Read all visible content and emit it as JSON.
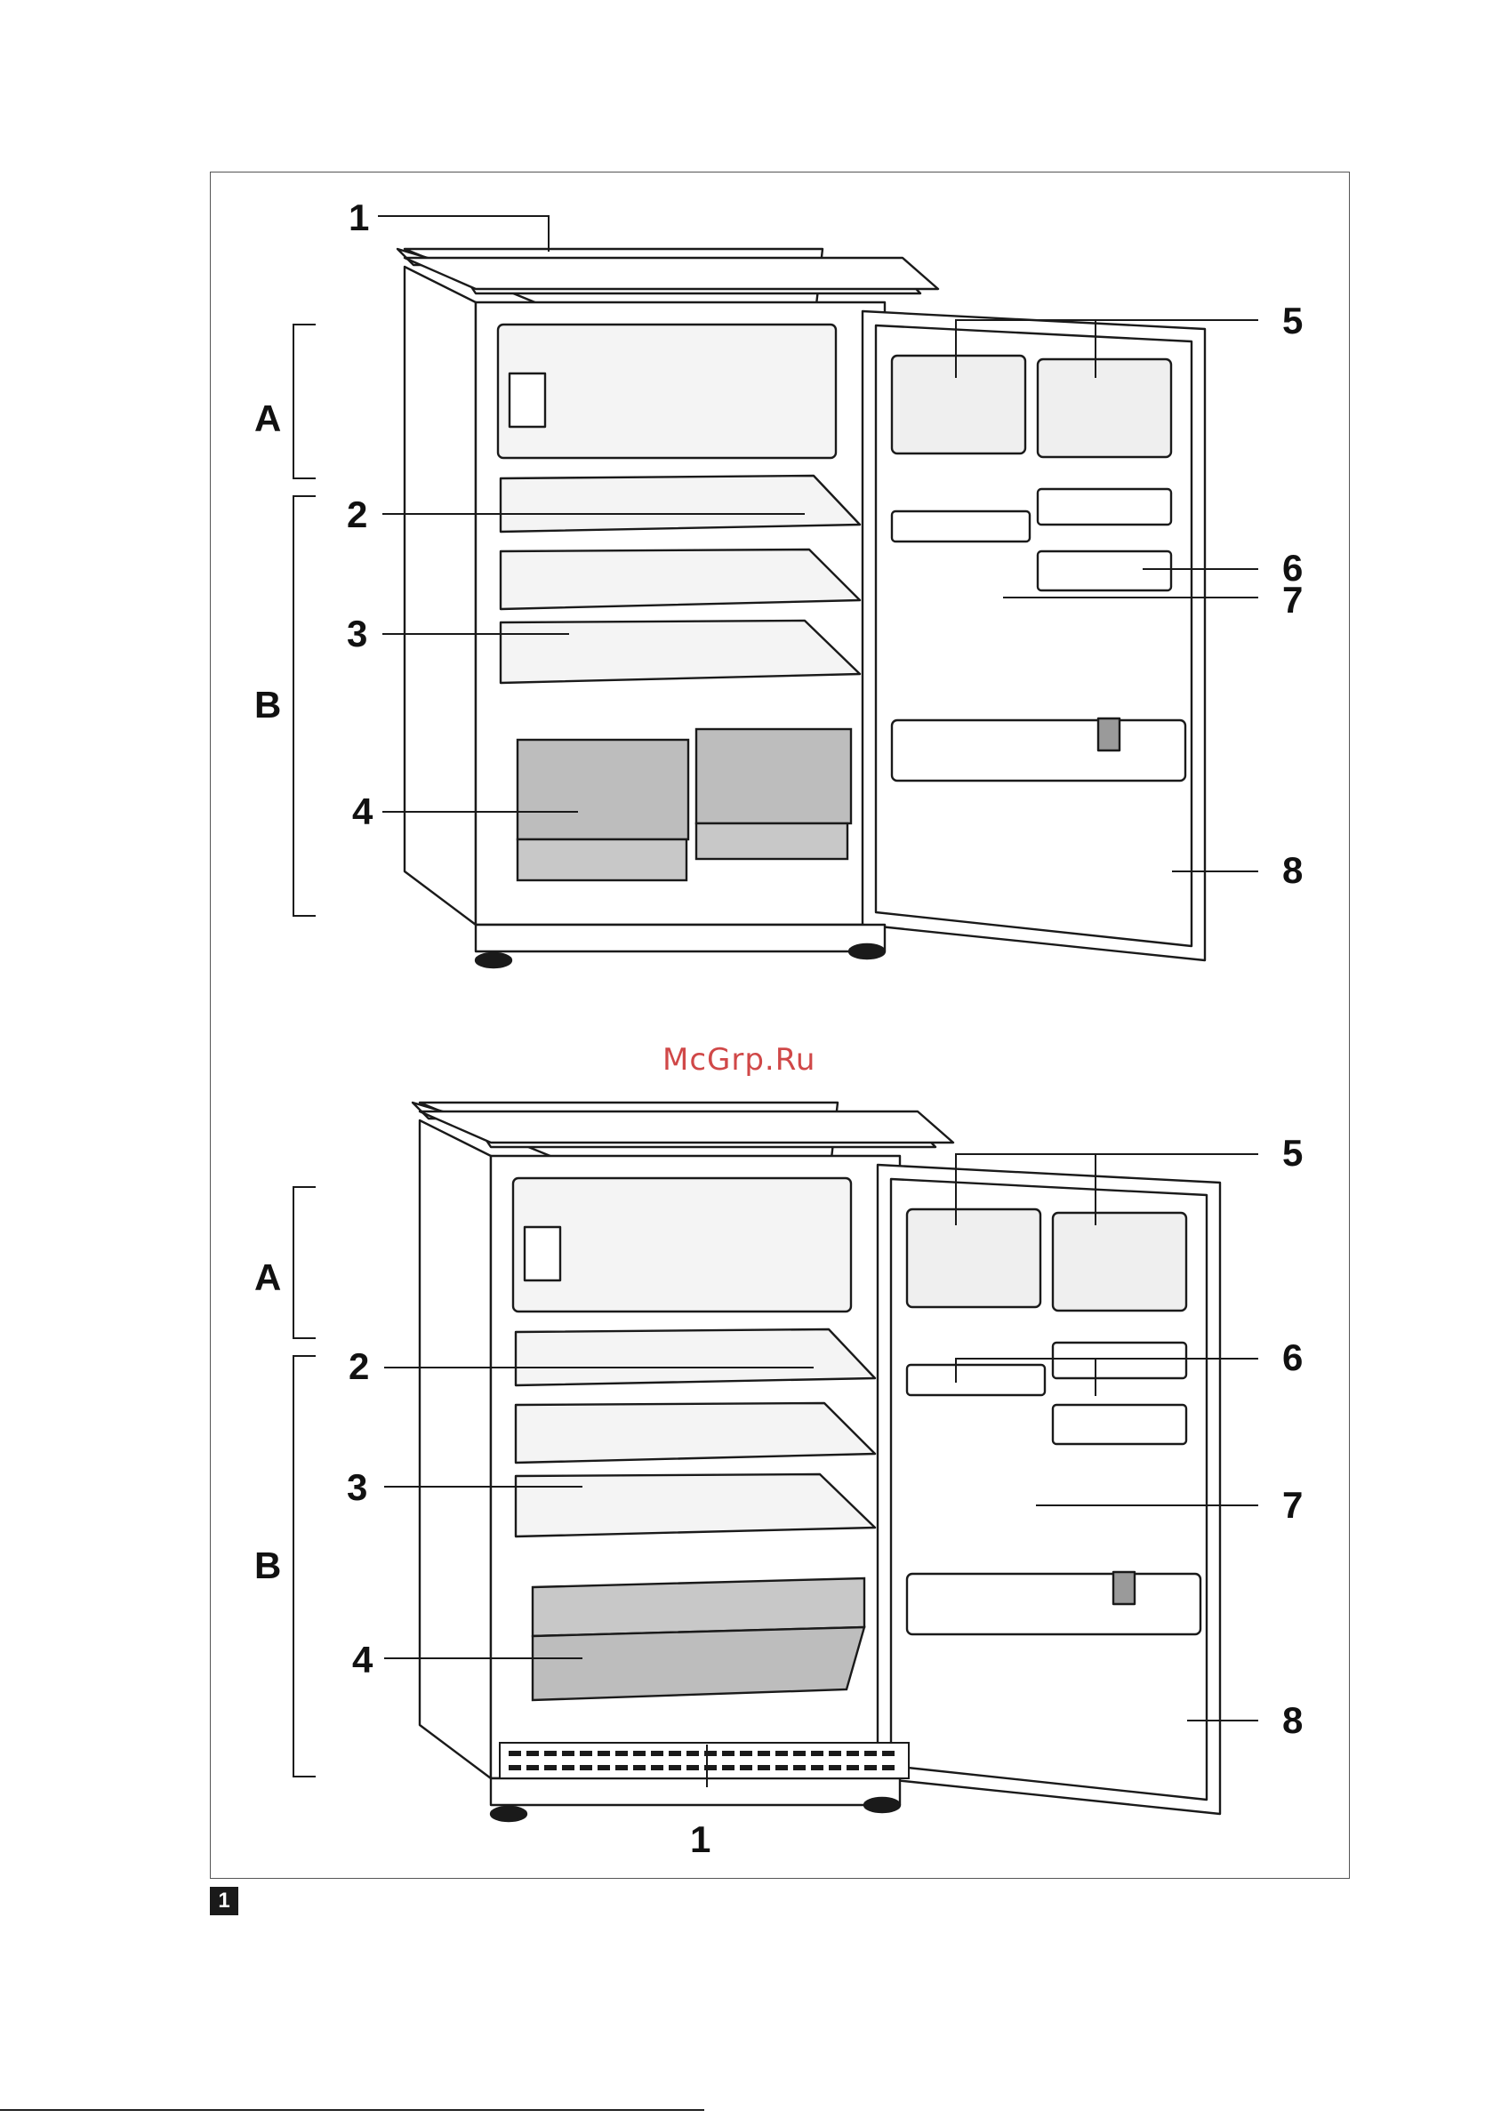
{
  "watermark": "McGrp.Ru",
  "figure_badge": "1",
  "top_diagram": {
    "sections": [
      "A",
      "B"
    ],
    "callouts": [
      "1",
      "2",
      "3",
      "4",
      "5",
      "6",
      "7",
      "8"
    ]
  },
  "bottom_diagram": {
    "sections": [
      "A",
      "B"
    ],
    "callouts": [
      "1",
      "2",
      "3",
      "4",
      "5",
      "6",
      "7",
      "8"
    ]
  },
  "colors": {
    "line": "#1a1a1a",
    "bin": "#bdbdbd",
    "interior": "#f4f4f4",
    "watermark": "#d04848"
  }
}
